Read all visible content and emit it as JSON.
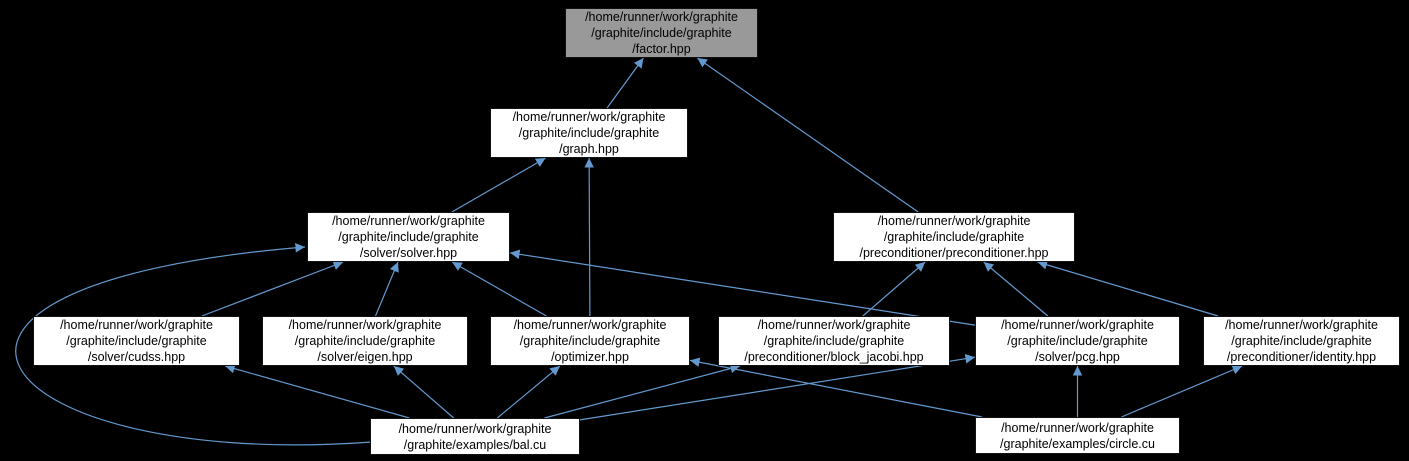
{
  "diagram": {
    "type": "include-dependency-graph",
    "colors": {
      "background": "#000000",
      "node_fill": "#ffffff",
      "node_highlight": "#999999",
      "edge": "#6399cf",
      "text": "#000000"
    },
    "nodes": [
      {
        "id": "factor",
        "label": "/home/runner/work/graphite\n/graphite/include/graphite\n/factor.hpp",
        "highlighted": true
      },
      {
        "id": "graph",
        "label": "/home/runner/work/graphite\n/graphite/include/graphite\n/graph.hpp",
        "highlighted": false
      },
      {
        "id": "solver",
        "label": "/home/runner/work/graphite\n/graphite/include/graphite\n/solver/solver.hpp",
        "highlighted": false
      },
      {
        "id": "preconditioner",
        "label": "/home/runner/work/graphite\n/graphite/include/graphite\n/preconditioner/preconditioner.hpp",
        "highlighted": false
      },
      {
        "id": "cudss",
        "label": "/home/runner/work/graphite\n/graphite/include/graphite\n/solver/cudss.hpp",
        "highlighted": false
      },
      {
        "id": "eigen",
        "label": "/home/runner/work/graphite\n/graphite/include/graphite\n/solver/eigen.hpp",
        "highlighted": false
      },
      {
        "id": "optimizer",
        "label": "/home/runner/work/graphite\n/graphite/include/graphite\n/optimizer.hpp",
        "highlighted": false
      },
      {
        "id": "block_jacobi",
        "label": "/home/runner/work/graphite\n/graphite/include/graphite\n/preconditioner/block_jacobi.hpp",
        "highlighted": false
      },
      {
        "id": "pcg",
        "label": "/home/runner/work/graphite\n/graphite/include/graphite\n/solver/pcg.hpp",
        "highlighted": false
      },
      {
        "id": "identity",
        "label": "/home/runner/work/graphite\n/graphite/include/graphite\n/preconditioner/identity.hpp",
        "highlighted": false
      },
      {
        "id": "bal_cu",
        "label": "/home/runner/work/graphite\n/graphite/examples/bal.cu",
        "highlighted": false
      },
      {
        "id": "circle_cu",
        "label": "/home/runner/work/graphite\n/graphite/examples/circle.cu",
        "highlighted": false
      }
    ],
    "edges": [
      {
        "from": "graph",
        "to": "factor"
      },
      {
        "from": "preconditioner",
        "to": "factor"
      },
      {
        "from": "solver",
        "to": "graph"
      },
      {
        "from": "optimizer",
        "to": "graph"
      },
      {
        "from": "cudss",
        "to": "solver"
      },
      {
        "from": "eigen",
        "to": "solver"
      },
      {
        "from": "optimizer",
        "to": "solver"
      },
      {
        "from": "pcg",
        "to": "solver"
      },
      {
        "from": "block_jacobi",
        "to": "preconditioner"
      },
      {
        "from": "pcg",
        "to": "preconditioner"
      },
      {
        "from": "identity",
        "to": "preconditioner"
      },
      {
        "from": "bal_cu",
        "to": "solver"
      },
      {
        "from": "bal_cu",
        "to": "cudss"
      },
      {
        "from": "bal_cu",
        "to": "eigen"
      },
      {
        "from": "bal_cu",
        "to": "optimizer"
      },
      {
        "from": "bal_cu",
        "to": "block_jacobi"
      },
      {
        "from": "bal_cu",
        "to": "pcg"
      },
      {
        "from": "circle_cu",
        "to": "optimizer"
      },
      {
        "from": "circle_cu",
        "to": "pcg"
      },
      {
        "from": "circle_cu",
        "to": "identity"
      }
    ]
  }
}
